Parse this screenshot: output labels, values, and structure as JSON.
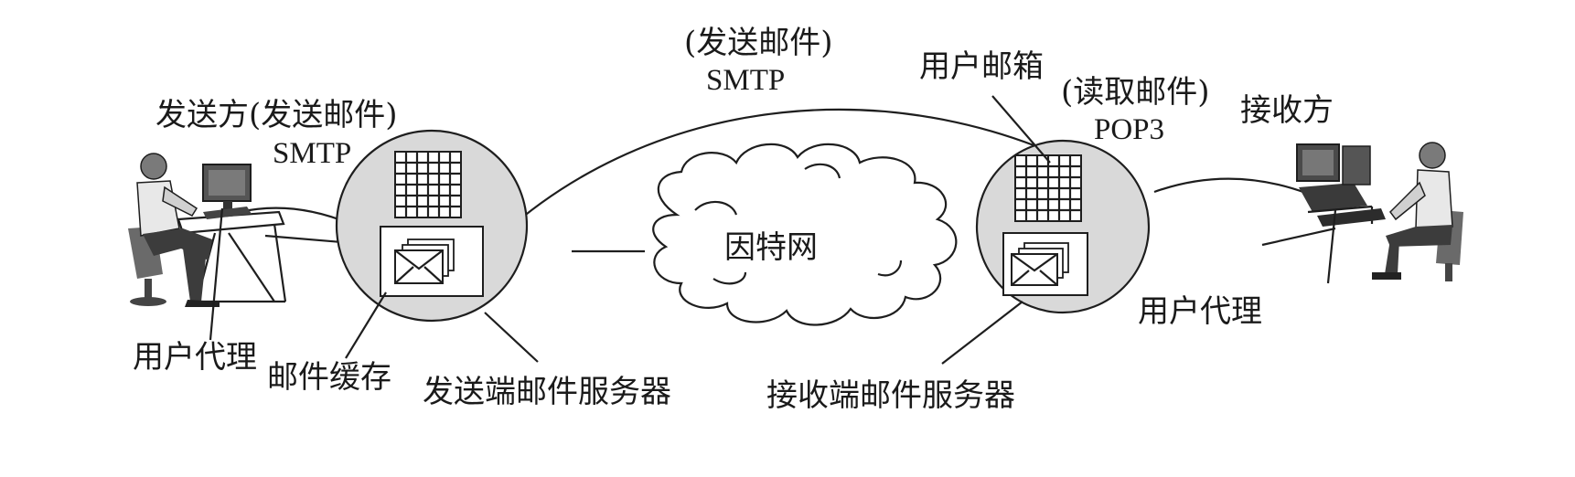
{
  "labels": {
    "sender": "发送方(发送邮件)",
    "sender_protocol": "SMTP",
    "top_send": "(发送邮件)",
    "top_protocol": "SMTP",
    "user_mailbox": "用户邮箱",
    "read_mail": "(读取邮件)",
    "read_protocol": "POP3",
    "receiver": "接收方",
    "internet": "因特网",
    "user_agent_left": "用户代理",
    "mail_cache": "邮件缓存",
    "sender_server": "发送端邮件服务器",
    "receiver_server": "接收端邮件服务器",
    "user_agent_right": "用户代理"
  },
  "colors": {
    "ink": "#1e1e1e",
    "server_fill": "#d9d9d9",
    "panel_fill": "#ffffff"
  }
}
